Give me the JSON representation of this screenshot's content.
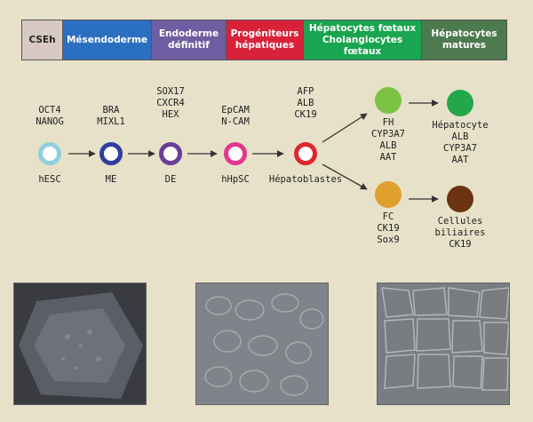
{
  "stages": [
    {
      "label": "CSEh",
      "color": "#d9c9c3"
    },
    {
      "label": "Mésendoderme",
      "color": "#2b6fc0"
    },
    {
      "label": "Endoderme\ndéfinitif",
      "color": "#6e5ea2"
    },
    {
      "label": "Progéniteurs\nhépatiques",
      "color": "#d9223a"
    },
    {
      "label": "Hépatocytes fœtaux\nCholangiocytes\nfœtaux",
      "color": "#1aa550"
    },
    {
      "label": "Hépatocytes\nmatures",
      "color": "#4d7a4e"
    }
  ],
  "cells": [
    {
      "markers": "OCT4\nNANOG",
      "name": "hESC",
      "ring_color": "#8fd0dc"
    },
    {
      "markers": "BRA\nMIXL1",
      "name": "ME",
      "ring_color": "#2f3e9e"
    },
    {
      "markers": "SOX17\nCXCR4\nHEX",
      "name": "DE",
      "ring_color": "#6a3d98"
    },
    {
      "markers": "EpCAM\nN-CAM",
      "name": "hHpSC",
      "ring_color": "#e5368f"
    },
    {
      "markers": "AFP\nALB\nCK19",
      "name": "Hépatoblastes",
      "ring_color": "#e0262e"
    }
  ],
  "fetal_hepatocyte": {
    "label": "FH\nCYP3A7\nALB\nAAT",
    "color": "#7bc243"
  },
  "fetal_cholangiocyte": {
    "label": "FC\nCK19\nSox9",
    "color": "#e0a02e"
  },
  "mature_hepatocyte": {
    "label": "Hépatocyte\nALB\nCYP3A7\nAAT",
    "color": "#22a84a"
  },
  "biliary_cells": {
    "label": "Cellules biliaires\nCK19",
    "color": "#6b3312"
  }
}
